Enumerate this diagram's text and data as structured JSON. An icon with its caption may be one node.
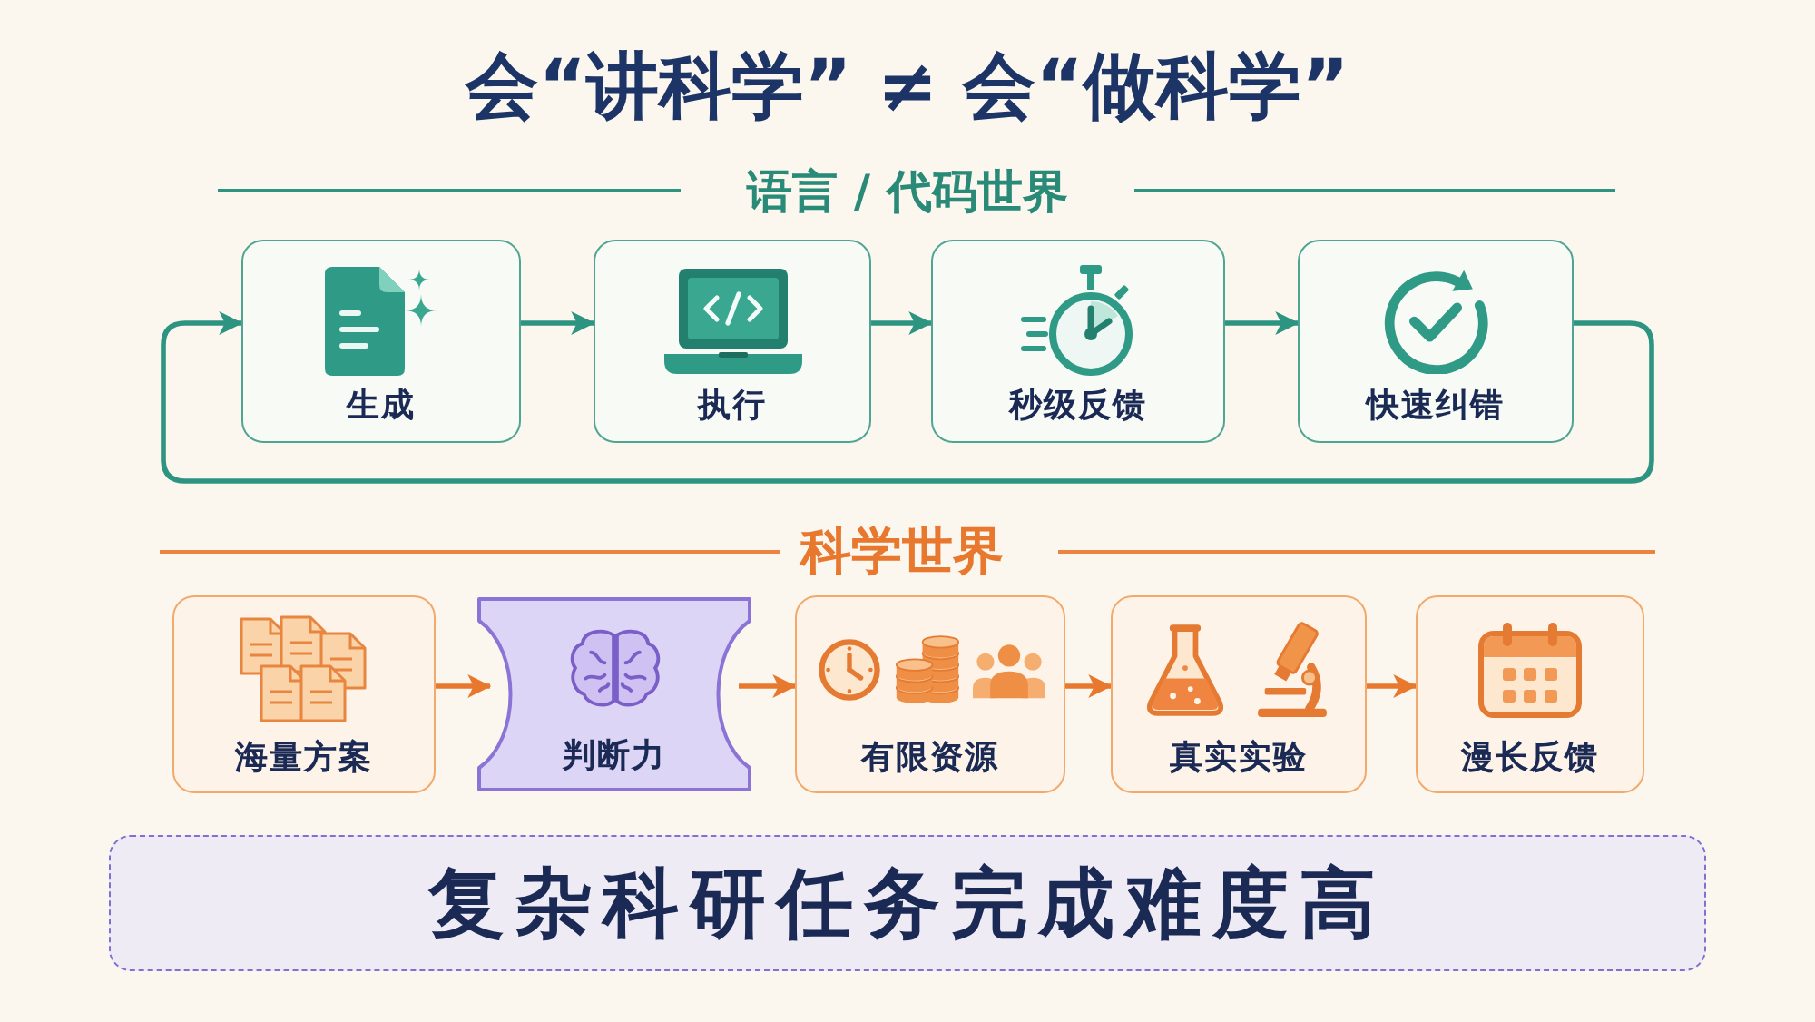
{
  "diagram": {
    "title": "会“讲科学” ≠ 会“做科学”",
    "nodes": [
      {
        "text": [
          "生成"
        ]
      },
      {
        "text": [
          "执行"
        ]
      },
      {
        "text": [
          "秒级反馈"
        ]
      },
      {
        "text": [
          "快速纠错"
        ]
      },
      {
        "text": [
          "海量方案"
        ]
      },
      {
        "text": [
          "判断力"
        ]
      },
      {
        "text": [
          "有限资源"
        ]
      },
      {
        "text": [
          "真实实验"
        ]
      },
      {
        "text": [
          "漫长反馈"
        ]
      },
      {
        "text": [
          "复杂科研任务完成难度高"
        ]
      }
    ],
    "edges": [
      {
        "from": 0,
        "to": 1,
        "arrow": "to",
        "color": "#2e9482"
      },
      {
        "from": 1,
        "to": 2,
        "arrow": "to",
        "color": "#2e9482"
      },
      {
        "from": 2,
        "to": 3,
        "arrow": "to",
        "color": "#2e9482"
      },
      {
        "from": 3,
        "to": 0,
        "arrow": "to",
        "color": "#2e9482"
      },
      {
        "from": 4,
        "to": 5,
        "arrow": "to",
        "color": "#e8782e"
      },
      {
        "from": 5,
        "to": 6,
        "arrow": "to",
        "color": "#e8782e"
      },
      {
        "from": 6,
        "to": 7,
        "arrow": "to",
        "color": "#e8782e"
      },
      {
        "from": 7,
        "to": 8,
        "arrow": "to",
        "color": "#e8782e"
      }
    ],
    "labels": [
      "语言 / 代码世界",
      "科学世界"
    ]
  }
}
